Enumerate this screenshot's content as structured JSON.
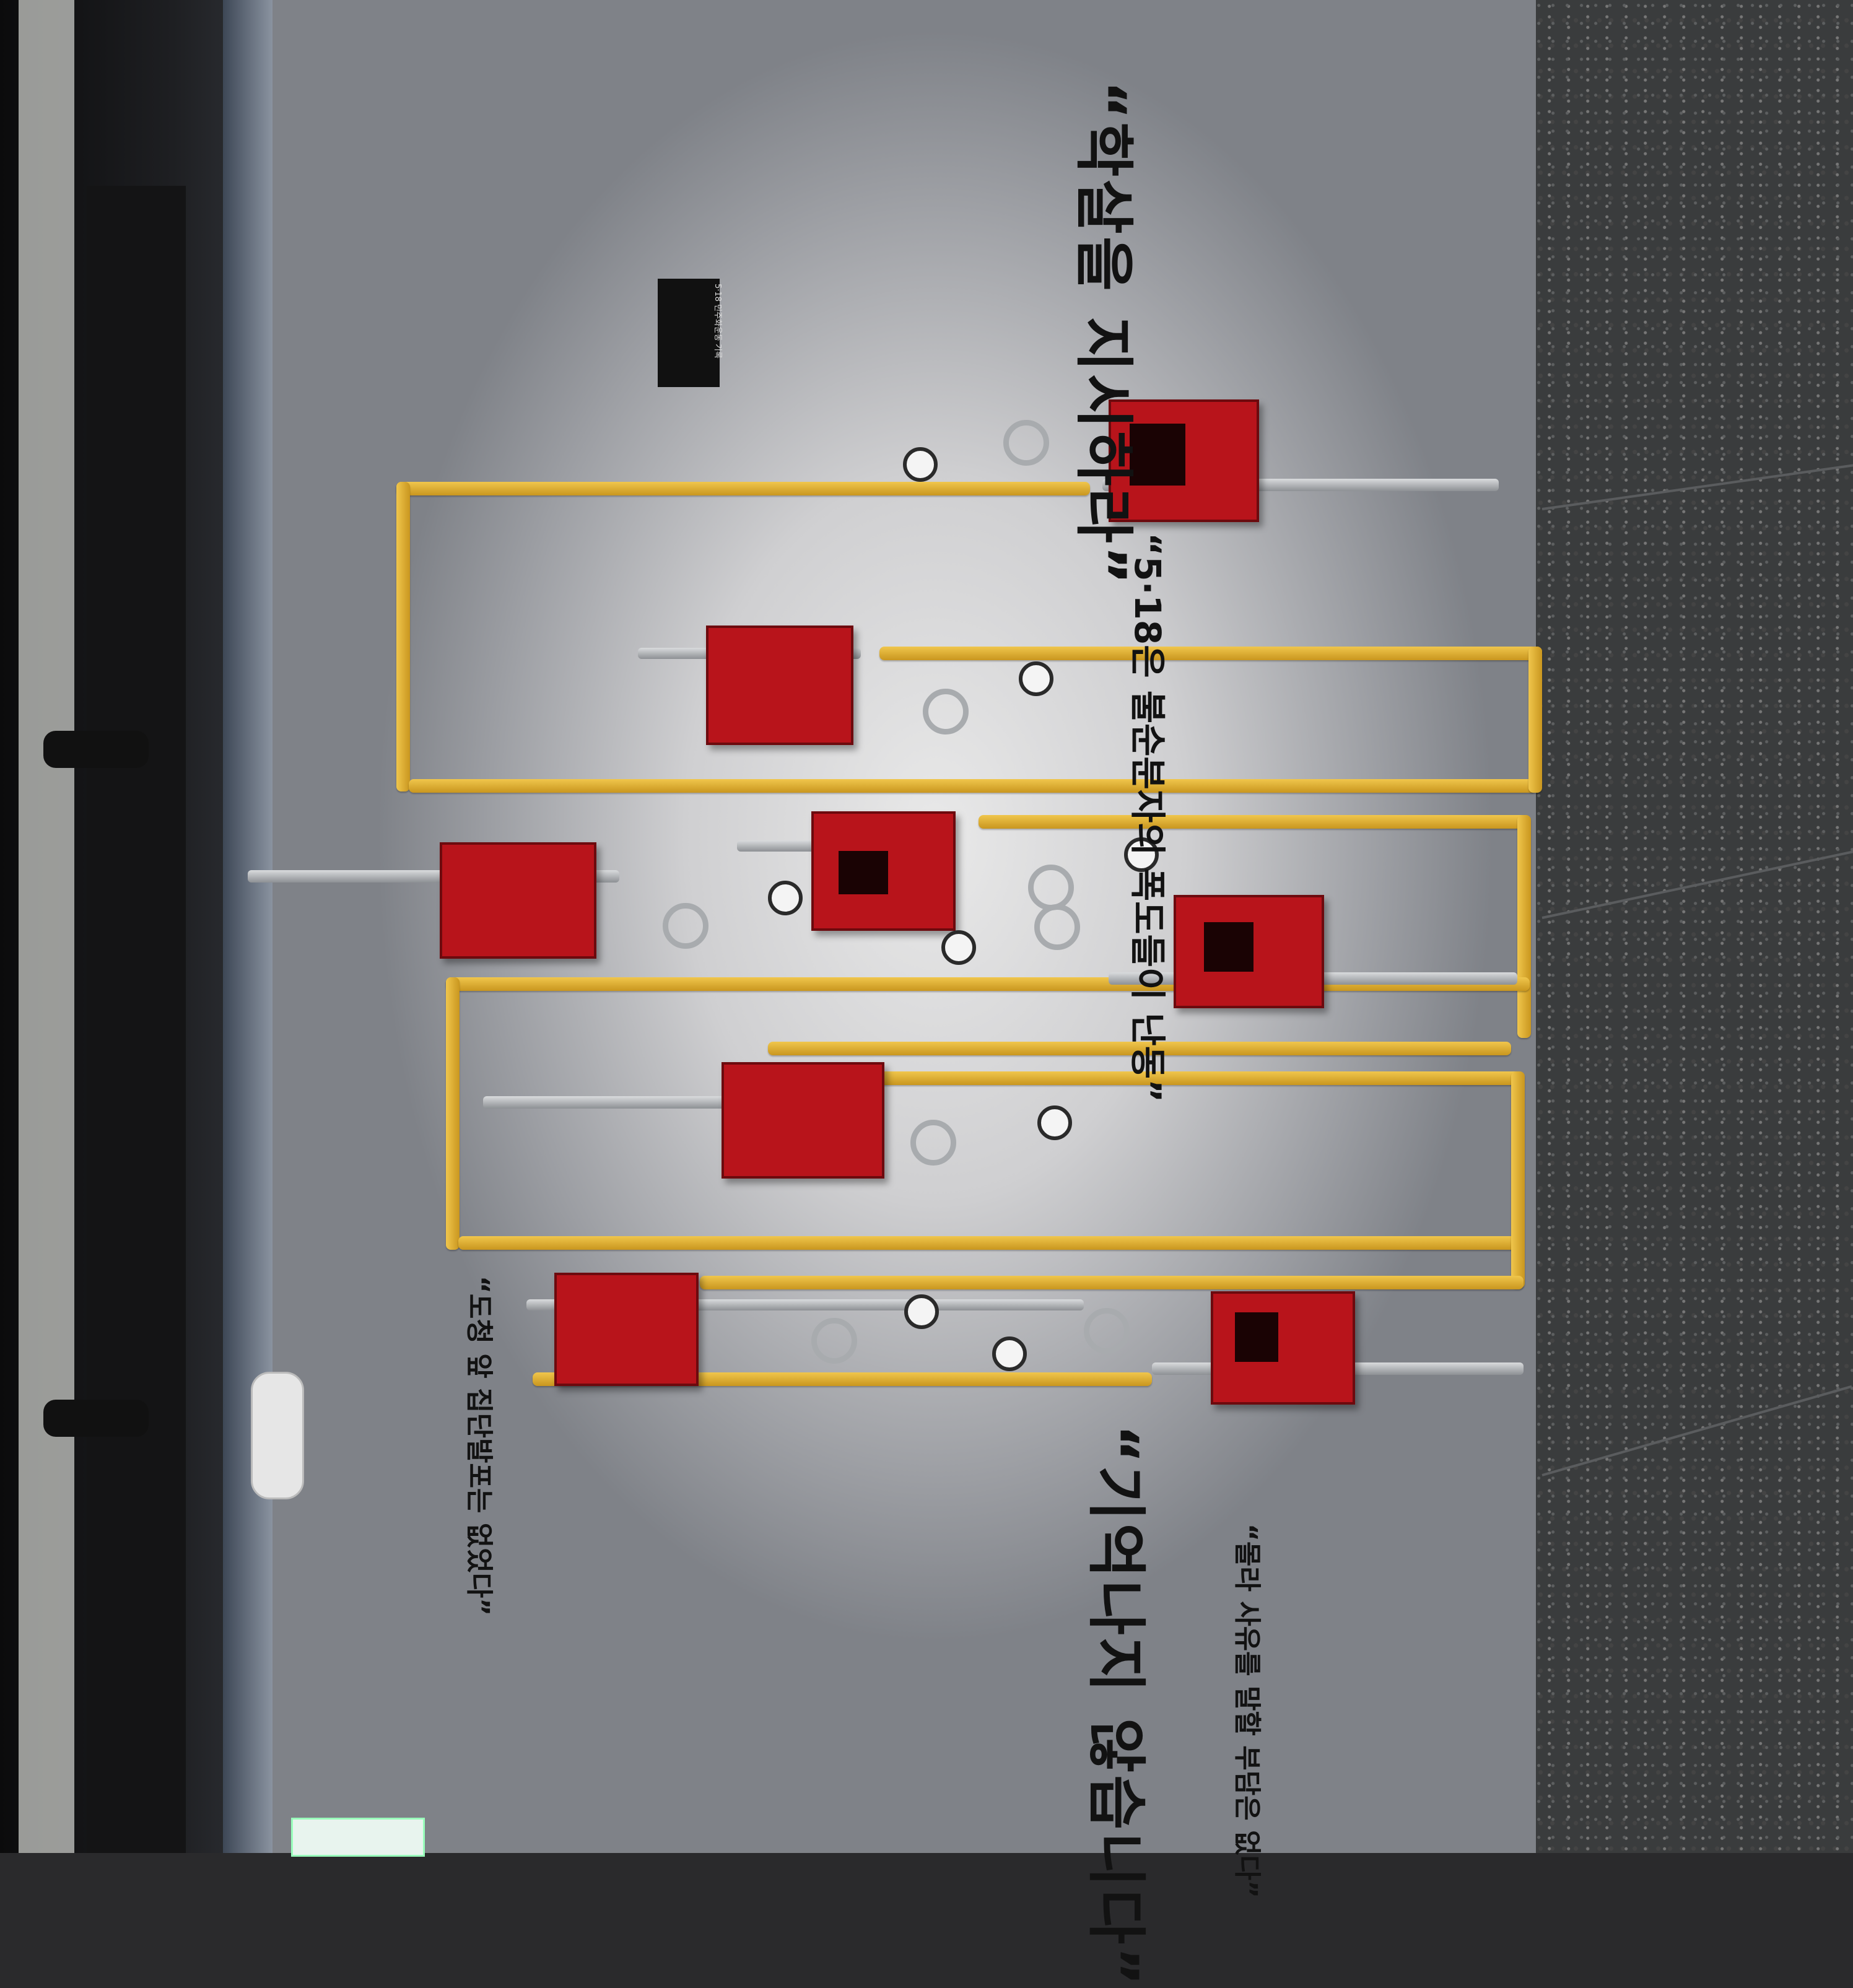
{
  "wall_texts": {
    "massacre_order": "“학살을 지시하라”",
    "impure_riot": "“5·18은 불순분자의 폭도들이 난동”",
    "no_gunfire": "“도청 앞 집단발포는 없었다”",
    "dont_remember": "“기억나지 않습니다”",
    "bottom_phrase": "“몰라 사유를 말할 부담은 없다”"
  },
  "plaque": {
    "text": "5·18 민주화운동 기록"
  },
  "colors": {
    "pipe_yellow": "#d9a72a",
    "box_red": "#b8141b",
    "wall_gray": "#cfcfd1",
    "floor_terrazzo": "#3a3c3d"
  }
}
